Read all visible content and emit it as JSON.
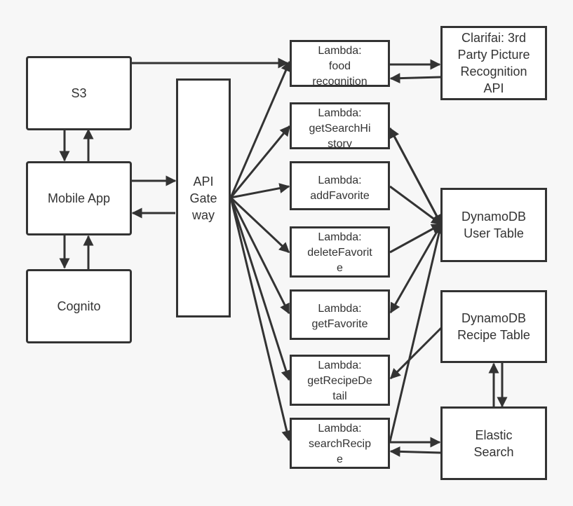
{
  "nodes": {
    "s3": "S3",
    "mobile_app": "Mobile App",
    "cognito": "Cognito",
    "api_gateway": "API\nGate\nway",
    "lambda_food_recognition": "Lambda:\nfood\nrecognition",
    "lambda_get_search_history": "Lambda:\ngetSearchHi\nstory",
    "lambda_add_favorite": "Lambda:\naddFavorite",
    "lambda_delete_favorite": "Lambda:\ndeleteFavorit\ne",
    "lambda_get_favorite": "Lambda:\ngetFavorite",
    "lambda_get_recipe_detail": "Lambda:\ngetRecipeDe\ntail",
    "lambda_search_recipe": "Lambda:\nsearchRecip\ne",
    "clarifai": "Clarifai: 3rd\nParty Picture\nRecognition\nAPI",
    "dynamodb_user_table": "DynamoDB\nUser Table",
    "dynamodb_recipe_table": "DynamoDB\nRecipe Table",
    "elastic_search": "Elastic\nSearch"
  },
  "colors": {
    "stroke": "#333333",
    "box_fill": "#ffffff",
    "background": "#f7f7f7"
  },
  "edges": [
    {
      "from": "s3",
      "to": "lambda_food_recognition"
    },
    {
      "from": "s3",
      "to": "mobile_app"
    },
    {
      "from": "mobile_app",
      "to": "s3"
    },
    {
      "from": "mobile_app",
      "to": "api_gateway"
    },
    {
      "from": "api_gateway",
      "to": "mobile_app"
    },
    {
      "from": "mobile_app",
      "to": "cognito"
    },
    {
      "from": "cognito",
      "to": "mobile_app"
    },
    {
      "from": "api_gateway",
      "to": "lambda_food_recognition"
    },
    {
      "from": "api_gateway",
      "to": "lambda_get_search_history"
    },
    {
      "from": "api_gateway",
      "to": "lambda_add_favorite"
    },
    {
      "from": "api_gateway",
      "to": "lambda_delete_favorite"
    },
    {
      "from": "api_gateway",
      "to": "lambda_get_favorite"
    },
    {
      "from": "api_gateway",
      "to": "lambda_get_recipe_detail"
    },
    {
      "from": "api_gateway",
      "to": "lambda_search_recipe"
    },
    {
      "from": "lambda_food_recognition",
      "to": "clarifai"
    },
    {
      "from": "clarifai",
      "to": "lambda_food_recognition"
    },
    {
      "from": "dynamodb_user_table",
      "to": "lambda_get_search_history"
    },
    {
      "from": "lambda_get_search_history",
      "to": "dynamodb_user_table"
    },
    {
      "from": "lambda_add_favorite",
      "to": "dynamodb_user_table"
    },
    {
      "from": "lambda_delete_favorite",
      "to": "dynamodb_user_table"
    },
    {
      "from": "dynamodb_user_table",
      "to": "lambda_get_favorite"
    },
    {
      "from": "lambda_search_recipe",
      "to": "dynamodb_user_table"
    },
    {
      "from": "dynamodb_recipe_table",
      "to": "lambda_get_recipe_detail"
    },
    {
      "from": "dynamodb_recipe_table",
      "to": "elastic_search"
    },
    {
      "from": "elastic_search",
      "to": "dynamodb_recipe_table"
    },
    {
      "from": "lambda_search_recipe",
      "to": "elastic_search"
    },
    {
      "from": "elastic_search",
      "to": "lambda_search_recipe"
    }
  ]
}
